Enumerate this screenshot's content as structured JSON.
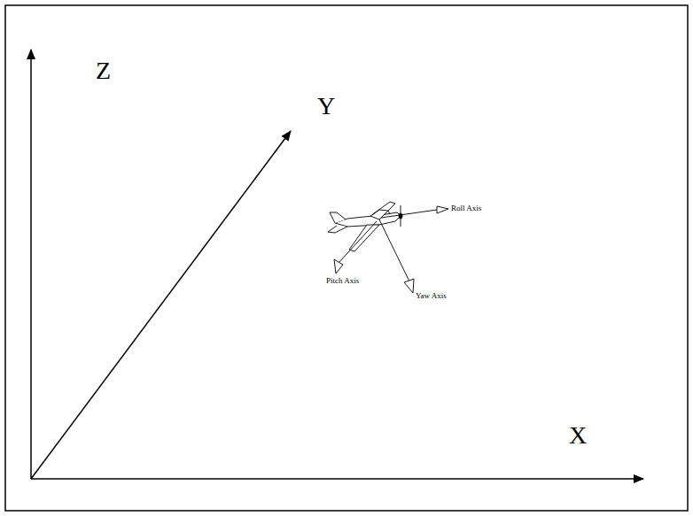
{
  "diagram": {
    "labels": [
      "Z",
      "Y",
      "X",
      "Roll Axis",
      "Pitch Axis",
      "Yaw Axis"
    ]
  }
}
